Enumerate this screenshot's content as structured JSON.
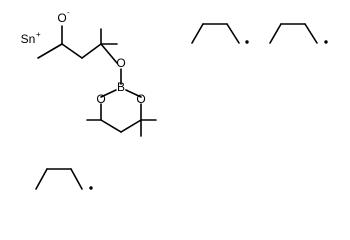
{
  "molecule": {
    "atoms": {
      "tin": {
        "symbol": "Sn",
        "charge": "+"
      },
      "alkoxide_oxygen": {
        "symbol": "O",
        "charge": "-"
      },
      "ether_oxygen": {
        "symbol": "O"
      },
      "boron": {
        "symbol": "B"
      },
      "ring_oxygen_left": {
        "symbol": "O"
      },
      "ring_oxygen_right": {
        "symbol": "O"
      }
    },
    "fragments": {
      "butyl_radical_1": "butyl radical",
      "butyl_radical_2": "butyl radical",
      "butyl_radical_3": "butyl radical"
    }
  }
}
